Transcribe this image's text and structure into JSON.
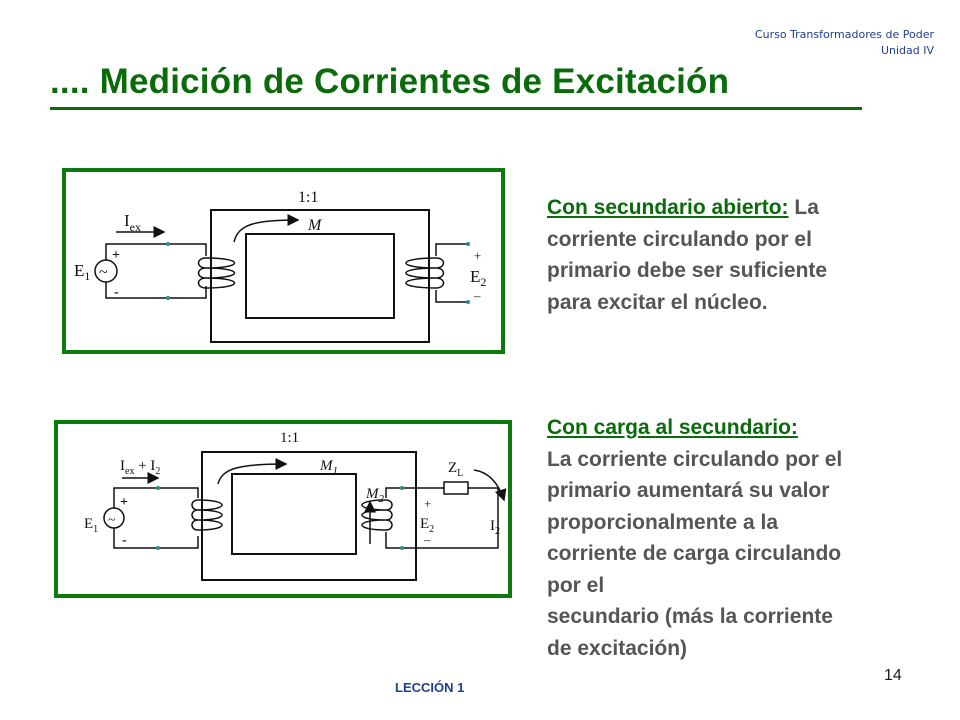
{
  "header": {
    "course": "Curso Transformadores de Poder",
    "unit": "Unidad IV"
  },
  "title": ".... Medición de Corrientes de Excitación",
  "figure_open": {
    "ratio": "1:1",
    "flux": "M",
    "current": "I",
    "current_sub": "ex",
    "source": "E",
    "source_sub": "1",
    "source_plus": "+",
    "source_minus": "-",
    "output": "E",
    "output_sub": "2",
    "output_plus": "+",
    "output_minus": "–",
    "sine": "~"
  },
  "figure_load": {
    "ratio": "1:1",
    "flux_main": "M",
    "flux_main_sub": "1",
    "flux_leak": "M",
    "flux_leak_sub": "2",
    "current_a": "I",
    "current_a_sub": "ex",
    "current_plus": " + I",
    "current_b_sub": "2",
    "source": "E",
    "source_sub": "1",
    "source_plus": "+",
    "source_minus": "-",
    "output": "E",
    "output_sub": "2",
    "output_plus": "+",
    "output_minus": "–",
    "load": "Z",
    "load_sub": "L",
    "load_current": "I",
    "load_current_sub": "2",
    "sine": "~"
  },
  "text_open": {
    "heading": "Con secundario abierto:",
    "lines": [
      " La",
      "corriente circulando por el",
      "primario debe ser suficiente",
      "para excitar el núcleo."
    ]
  },
  "text_load": {
    "heading": "Con carga al secundario:",
    "lines": [
      "La corriente circulando por el",
      "primario aumentará su valor",
      "proporcionalmente a la",
      "corriente de carga circulando",
      "por el",
      "secundario (más la corriente",
      "de excitación)"
    ]
  },
  "footer": {
    "lesson": "LECCIÓN 1",
    "page": "14"
  }
}
